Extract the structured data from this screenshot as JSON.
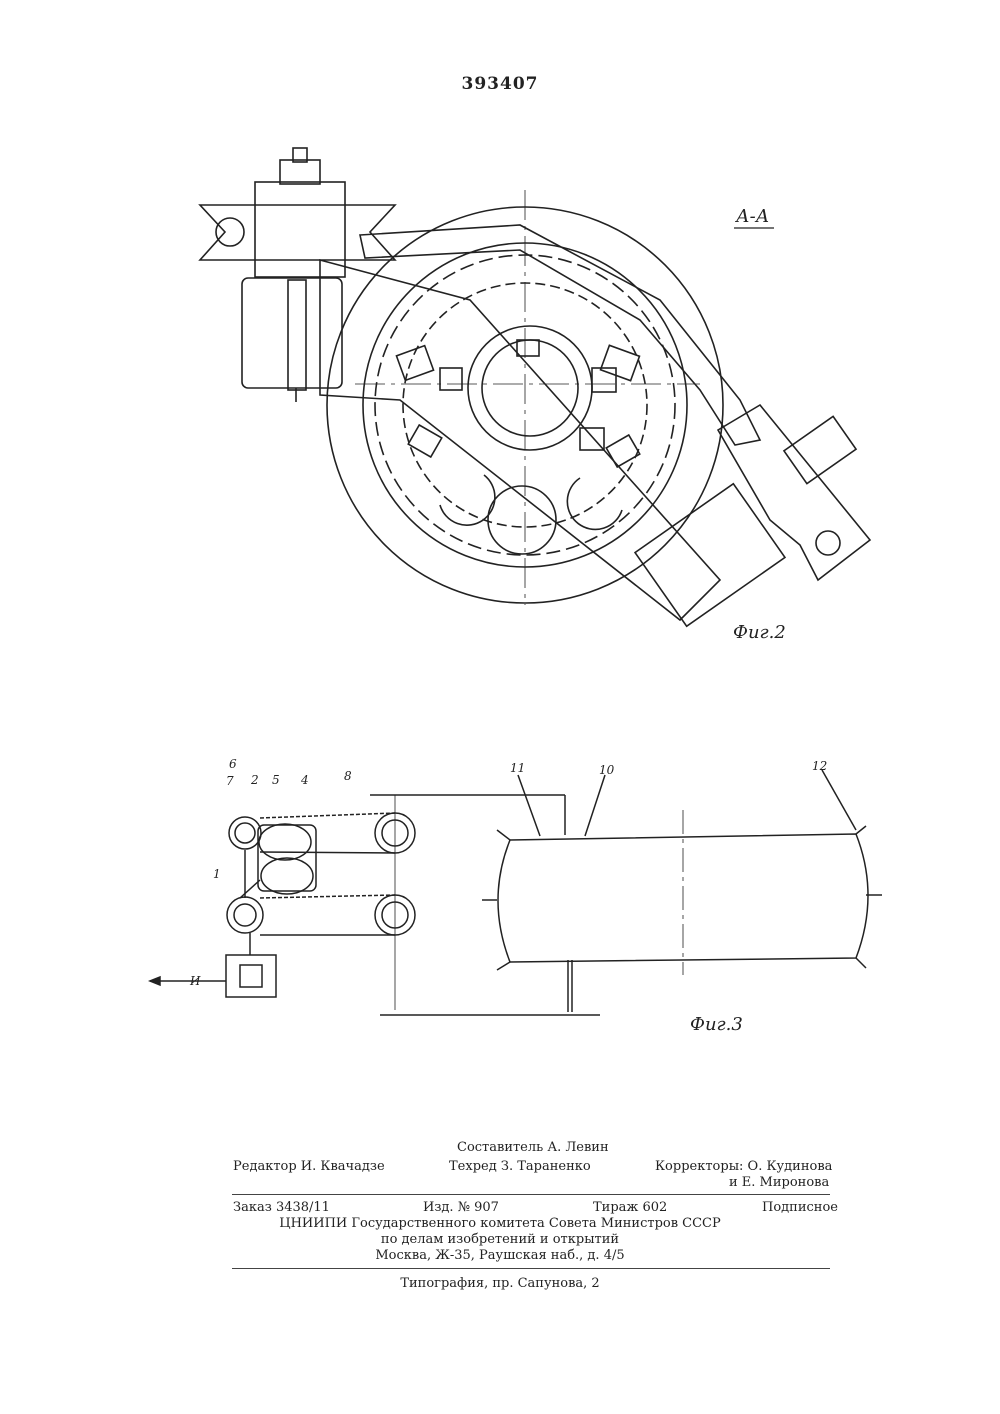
{
  "header": {
    "patent_number": "393407"
  },
  "fig2": {
    "section_label": "А-А",
    "caption": "Фиг.2"
  },
  "fig3": {
    "caption": "Фиг.3",
    "labels": {
      "l1": "1",
      "l2": "2",
      "l4": "4",
      "l5": "5",
      "l6": "6",
      "l7": "7",
      "l8": "8",
      "l10": "10",
      "l11": "11",
      "l12": "12",
      "arrow": "И"
    }
  },
  "imprint": {
    "compiler": "Составитель А. Левин",
    "editor": "Редактор И. Квачадзе",
    "techred": "Техред З. Тараненко",
    "correctors_1": "Корректоры: О. Кудинова",
    "correctors_2": "и Е. Миронова",
    "order": "Заказ 3438/11",
    "izd": "Изд. № 907",
    "tirazh": "Тираж 602",
    "podpisnoe": "Подписное",
    "org_1": "ЦНИИПИ Государственного комитета Совета Министров СССР",
    "org_2": "по делам изобретений и открытий",
    "org_3": "Москва, Ж-35, Раушская наб., д. 4/5",
    "printer": "Типография, пр. Сапунова, 2"
  }
}
